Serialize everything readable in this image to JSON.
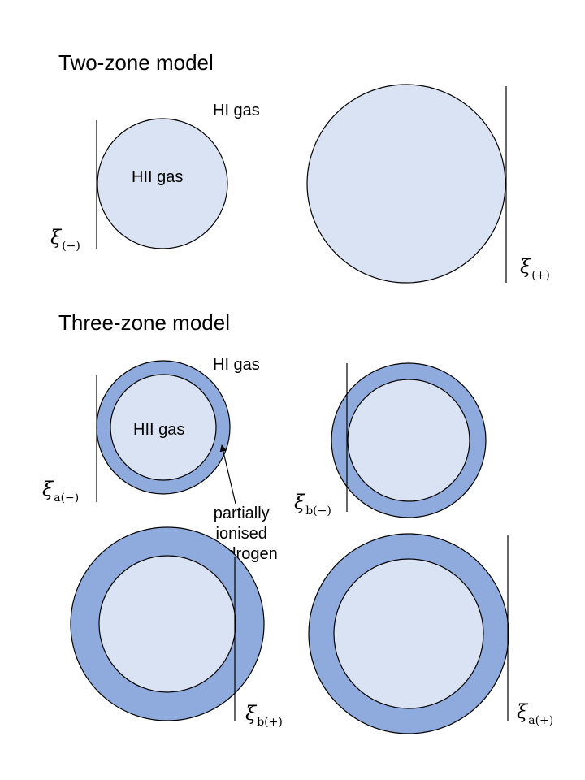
{
  "colors": {
    "ionised_fill": "#dae3f3",
    "shell_fill": "#8faadc",
    "stroke": "#000000"
  },
  "two_zone": {
    "title": "Two-zone model",
    "hi_label": "HI gas",
    "hii_label": "HII gas",
    "xi_minus": {
      "symbol": "ξ",
      "sub": "(−)"
    },
    "xi_plus": {
      "symbol": "ξ",
      "sub": "(+)"
    }
  },
  "three_zone": {
    "title": "Three-zone model",
    "hi_label": "HI gas",
    "hii_label": "HII gas",
    "partial_label": [
      "partially",
      "ionised",
      "hydrogen"
    ],
    "xi_a_minus": {
      "symbol": "ξ",
      "sub": "a(−)"
    },
    "xi_b_minus": {
      "symbol": "ξ",
      "sub": "b(−)"
    },
    "xi_b_plus": {
      "symbol": "ξ",
      "sub": "b(+)"
    },
    "xi_a_plus": {
      "symbol": "ξ",
      "sub": "a(+)"
    }
  }
}
